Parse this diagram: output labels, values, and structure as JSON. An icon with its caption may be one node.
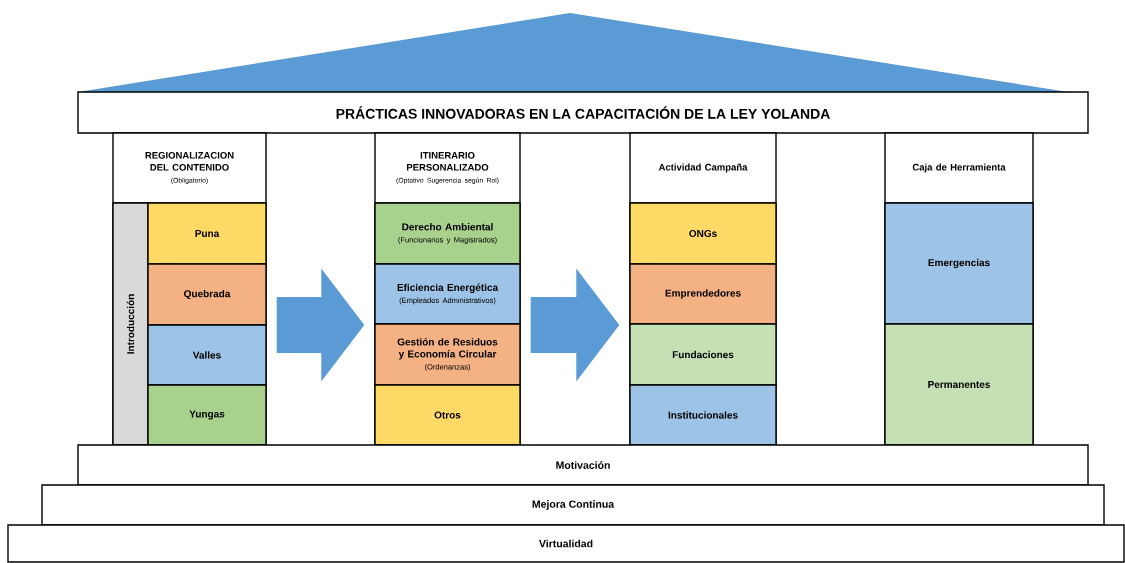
{
  "diagram": {
    "nodes": [
      {
        "text": [
          "PRÁCTICAS INNOVADORAS EN LA CAPACITACIÓN DE LA LEY YOLANDA"
        ]
      },
      {
        "text": [
          "REGIONALIZACION DEL CONTENIDO",
          "(Obligatorio)"
        ]
      },
      {
        "text": [
          "Introducción"
        ],
        "in": 1
      },
      {
        "text": [
          "Puna"
        ],
        "in": 1
      },
      {
        "text": [
          "Quebrada"
        ],
        "in": 1
      },
      {
        "text": [
          "Valles"
        ],
        "in": 1
      },
      {
        "text": [
          "Yungas"
        ],
        "in": 1
      },
      {
        "text": [
          "ITINERARIO PERSONALIZADO",
          "(Optativo Sugerencia según Rol)"
        ]
      },
      {
        "text": [
          "Derecho Ambiental",
          "(Funcionarios y Magistrados)"
        ],
        "in": 7
      },
      {
        "text": [
          "Eficiencia Energética",
          "(Empleados Administrativos)"
        ],
        "in": 7
      },
      {
        "text": [
          "Gestión de Residuos y Economía Circular",
          "(Ordenanzas)"
        ],
        "in": 7
      },
      {
        "text": [
          "Otros"
        ],
        "in": 7
      },
      {
        "text": [
          "Actividad Campaña"
        ]
      },
      {
        "text": [
          "ONGs"
        ],
        "in": 12
      },
      {
        "text": [
          "Emprendedores"
        ],
        "in": 12
      },
      {
        "text": [
          "Fundaciones"
        ],
        "in": 12
      },
      {
        "text": [
          "Institucionales"
        ],
        "in": 12
      },
      {
        "text": [
          "Caja de Herramienta"
        ]
      },
      {
        "text": [
          "Emergencias"
        ],
        "in": 17
      },
      {
        "text": [
          "Permanentes"
        ],
        "in": 17
      },
      {
        "text": [
          "Motivación"
        ]
      },
      {
        "text": [
          "Mejora Continua"
        ]
      },
      {
        "text": [
          "Virtualidad"
        ]
      }
    ],
    "edges": [
      {
        "from": 1,
        "to": 7,
        "arrow": "to"
      },
      {
        "from": 7,
        "to": 12,
        "arrow": "to"
      }
    ]
  }
}
